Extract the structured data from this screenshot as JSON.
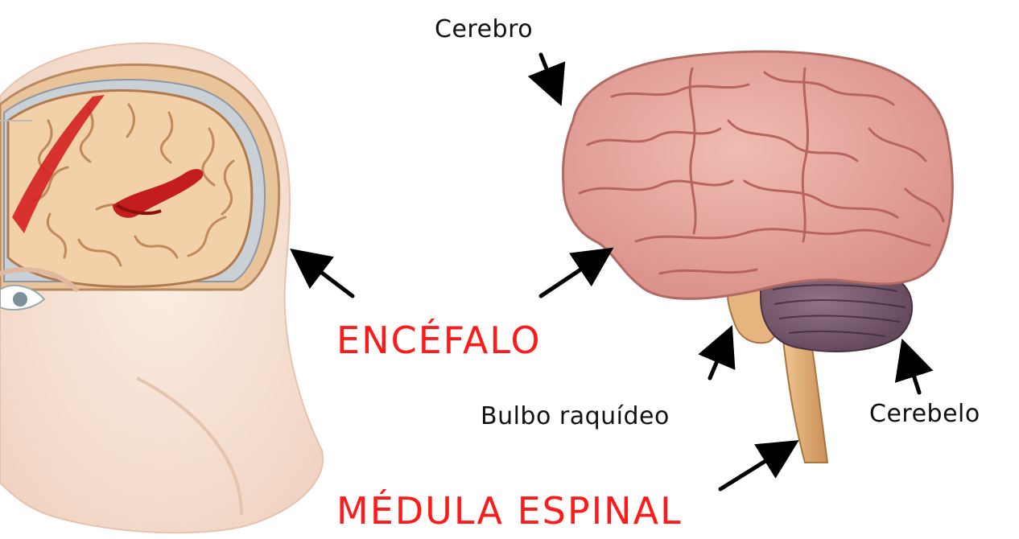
{
  "labels": {
    "cerebro": "Cerebro",
    "encefalo": "ENCÉFALO",
    "bulbo": "Bulbo raquídeo",
    "cerebelo": "Cerebelo",
    "medula": "MÉDULA ESPINAL"
  },
  "colors": {
    "label_text": "#111111",
    "highlight_text": "#ff1a1a",
    "brain_pink": "#e8a8a0",
    "brain_fold": "#b86a66",
    "cerebellum": "#7a5a6e",
    "spinal_cord": "#e0b07a",
    "skin": "#f6e3d6",
    "brain_section": "#f2d0a8",
    "blood": "#d42020",
    "arrow": "#000000"
  },
  "icons": {
    "head": "head-cross-section-illustration",
    "brain": "brain-lateral-illustration",
    "arrow": "arrow-icon"
  }
}
